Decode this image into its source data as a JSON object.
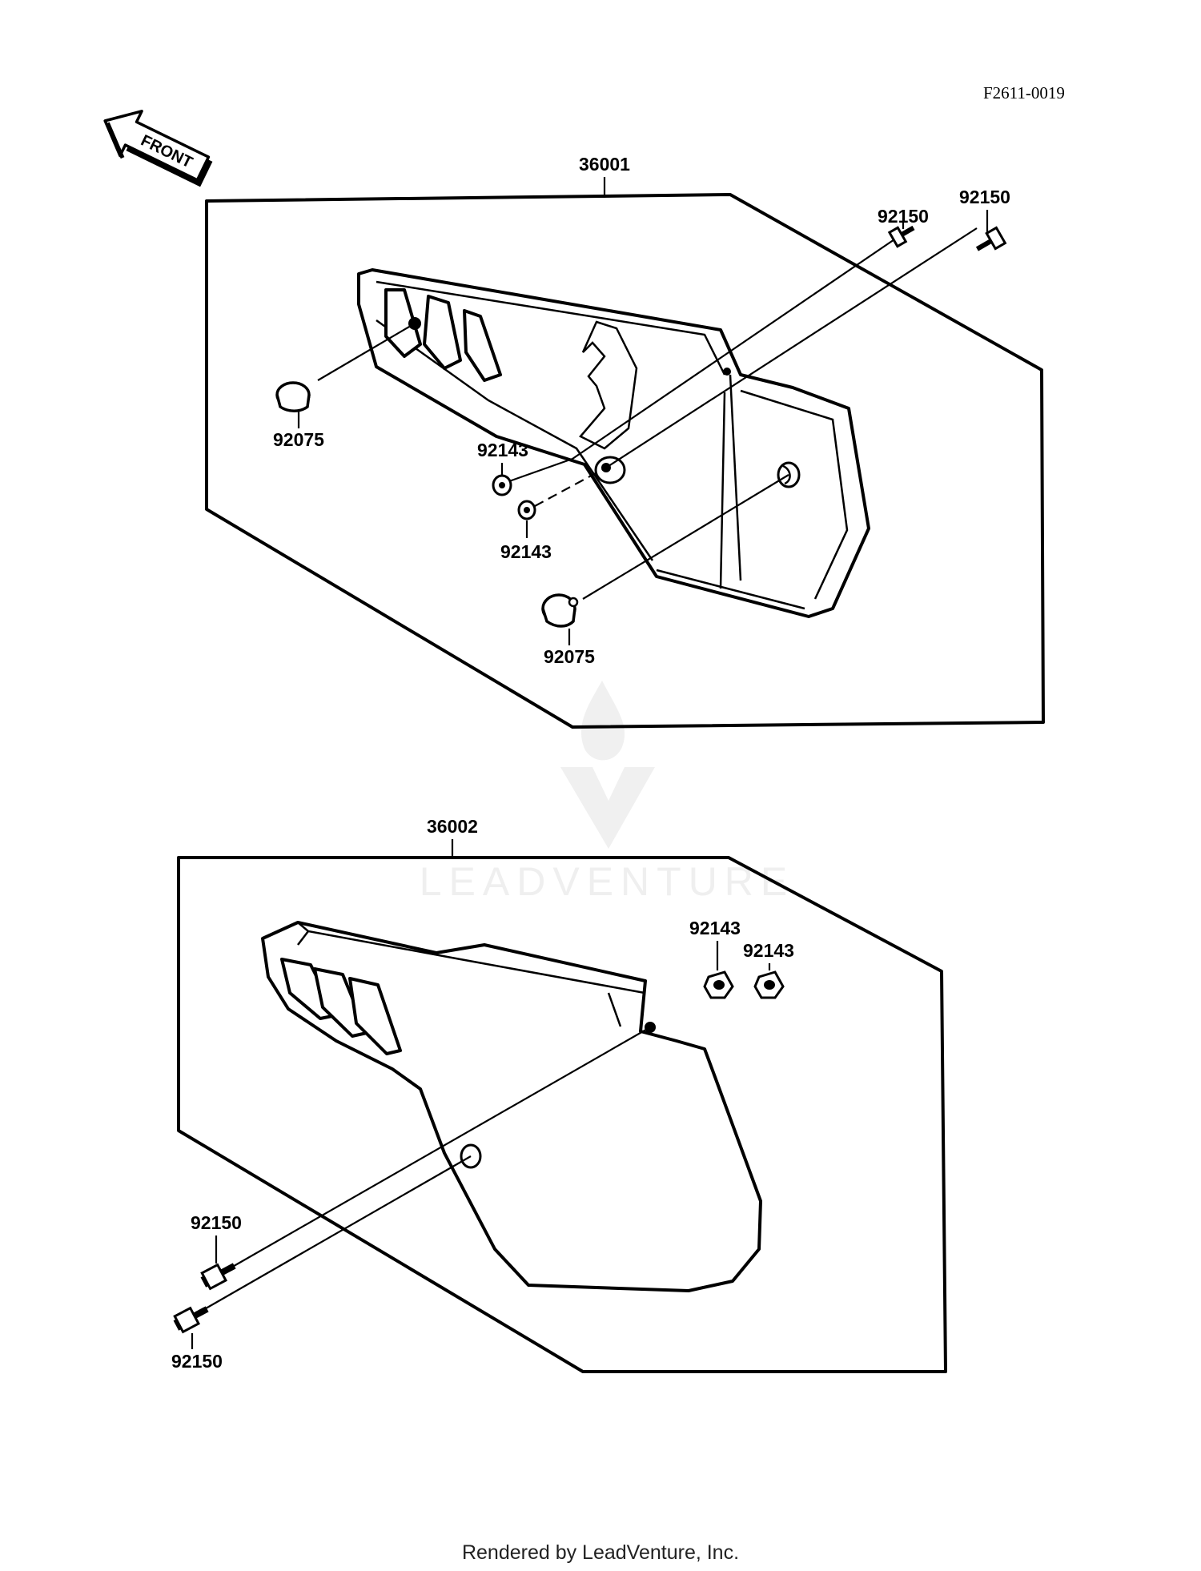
{
  "diagram_code": "F2611-0019",
  "front_label": "FRONT",
  "footer": "Rendered by LeadVenture, Inc.",
  "watermark": "LEADVENTURE",
  "groups": [
    {
      "assembly": "36001",
      "parts": [
        "92150",
        "92150",
        "92075",
        "92143",
        "92143",
        "92075"
      ]
    },
    {
      "assembly": "36002",
      "parts": [
        "92143",
        "92143",
        "92150",
        "92150"
      ]
    }
  ]
}
